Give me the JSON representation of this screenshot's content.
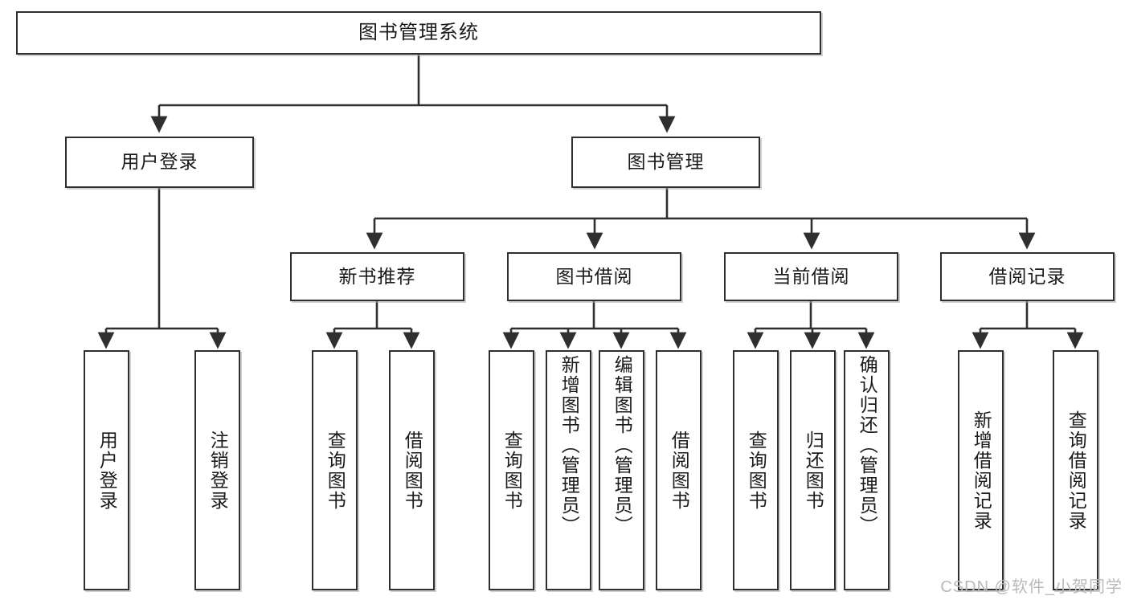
{
  "diagram": {
    "type": "tree-hierarchy",
    "title": "图书管理系统",
    "watermark": "CSDN @软件_小贺同学",
    "colors": {
      "box_border": "#2f2f2f",
      "box_fill": "#ffffff",
      "connector": "#2f2f2f",
      "watermark": "#b9b9b9"
    },
    "levels": {
      "root": {
        "label": "图书管理系统"
      },
      "level2": [
        {
          "label": "用户登录"
        },
        {
          "label": "图书管理"
        }
      ],
      "level3": [
        {
          "label": "新书推荐"
        },
        {
          "label": "图书借阅"
        },
        {
          "label": "当前借阅"
        },
        {
          "label": "借阅记录"
        }
      ],
      "leaves": {
        "user_login": [
          {
            "label": "用户登录"
          },
          {
            "label": "注销登录"
          }
        ],
        "new_book_recommend": [
          {
            "label": "查询图书"
          },
          {
            "label": "借阅图书"
          }
        ],
        "book_borrow": [
          {
            "label": "查询图书"
          },
          {
            "label": "新增图书（管理员）"
          },
          {
            "label": "编辑图书（管理员）"
          },
          {
            "label": "借阅图书"
          }
        ],
        "current_borrow": [
          {
            "label": "查询图书"
          },
          {
            "label": "归还图书"
          },
          {
            "label": "确认归还（管理员）"
          }
        ],
        "borrow_record": [
          {
            "label": "新增借阅记录"
          },
          {
            "label": "查询借阅记录"
          }
        ]
      }
    }
  }
}
